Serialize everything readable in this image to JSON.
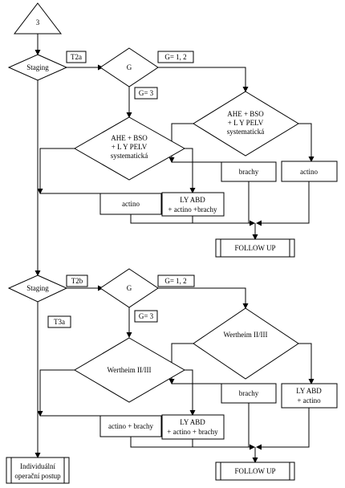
{
  "start": {
    "label": "3"
  },
  "branch_t2a": {
    "staging": "Staging",
    "stage_tag": "T2a",
    "grade": "G",
    "grade_12": "G= 1, 2",
    "grade_3": "G= 3",
    "surgery_left": [
      "AHE + BSO",
      "+ L Y PELV",
      "systematická"
    ],
    "surgery_right": [
      "AHE + BSO",
      "+ L Y PELV",
      "systematická"
    ],
    "left_no": "actino",
    "left_yes": [
      "LY ABD",
      "+ actino +brachy"
    ],
    "right_no": "brachy",
    "right_yes": "actino",
    "end": "FOLLOW UP"
  },
  "branch_t2b": {
    "staging": "Staging",
    "stage_tag": "T2b",
    "t3a_tag": "T3a",
    "grade": "G",
    "grade_12": "G= 1, 2",
    "grade_3": "G= 3",
    "surgery_left": "Wertheim II/III",
    "surgery_right": "Wertheim II/III",
    "left_no": "actino + brachy",
    "left_yes": [
      "LY ABD",
      "+ actino + brachy"
    ],
    "right_no": "brachy",
    "right_yes": [
      "LY ABD",
      "+ actino"
    ],
    "end": "FOLLOW UP",
    "individual": [
      "Individuální",
      "operační postup"
    ]
  }
}
